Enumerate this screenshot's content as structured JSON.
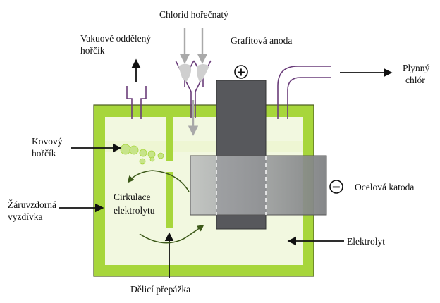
{
  "labels": {
    "magnesium_chloride": "Chlorid hořečnatý",
    "vacuum_magnesium_line1": "Vakuově oddělený",
    "vacuum_magnesium_line2": "hořčík",
    "graphite_anode": "Grafitová anoda",
    "chlorine_gas_line1": "Plynný",
    "chlorine_gas_line2": "chlór",
    "metal_magnesium_line1": "Kovový",
    "metal_magnesium_line2": "hořčík",
    "refractory_line1": "Žáruvzdorná",
    "refractory_line2": "vyzdívka",
    "circulation_line1": "Cirkulace",
    "circulation_line2": "elektrolytu",
    "steel_cathode": "Ocelová katoda",
    "electrolyte": "Elektrolyt",
    "partition": "Dělicí přepážka"
  },
  "symbols": {
    "anode_sign": "+",
    "cathode_sign": "−"
  },
  "colors": {
    "wall_green": "#a7d63b",
    "electrolyte_fill": "#f2f8e0",
    "outline_dark": "#4a5a1e",
    "anode_dark": "#57585c",
    "cathode_gray": "#8e9092",
    "pipe_purple": "#6a3d7a",
    "arrow_gray": "#a9a9a9",
    "circulation_arrow": "#3d5a1a"
  }
}
